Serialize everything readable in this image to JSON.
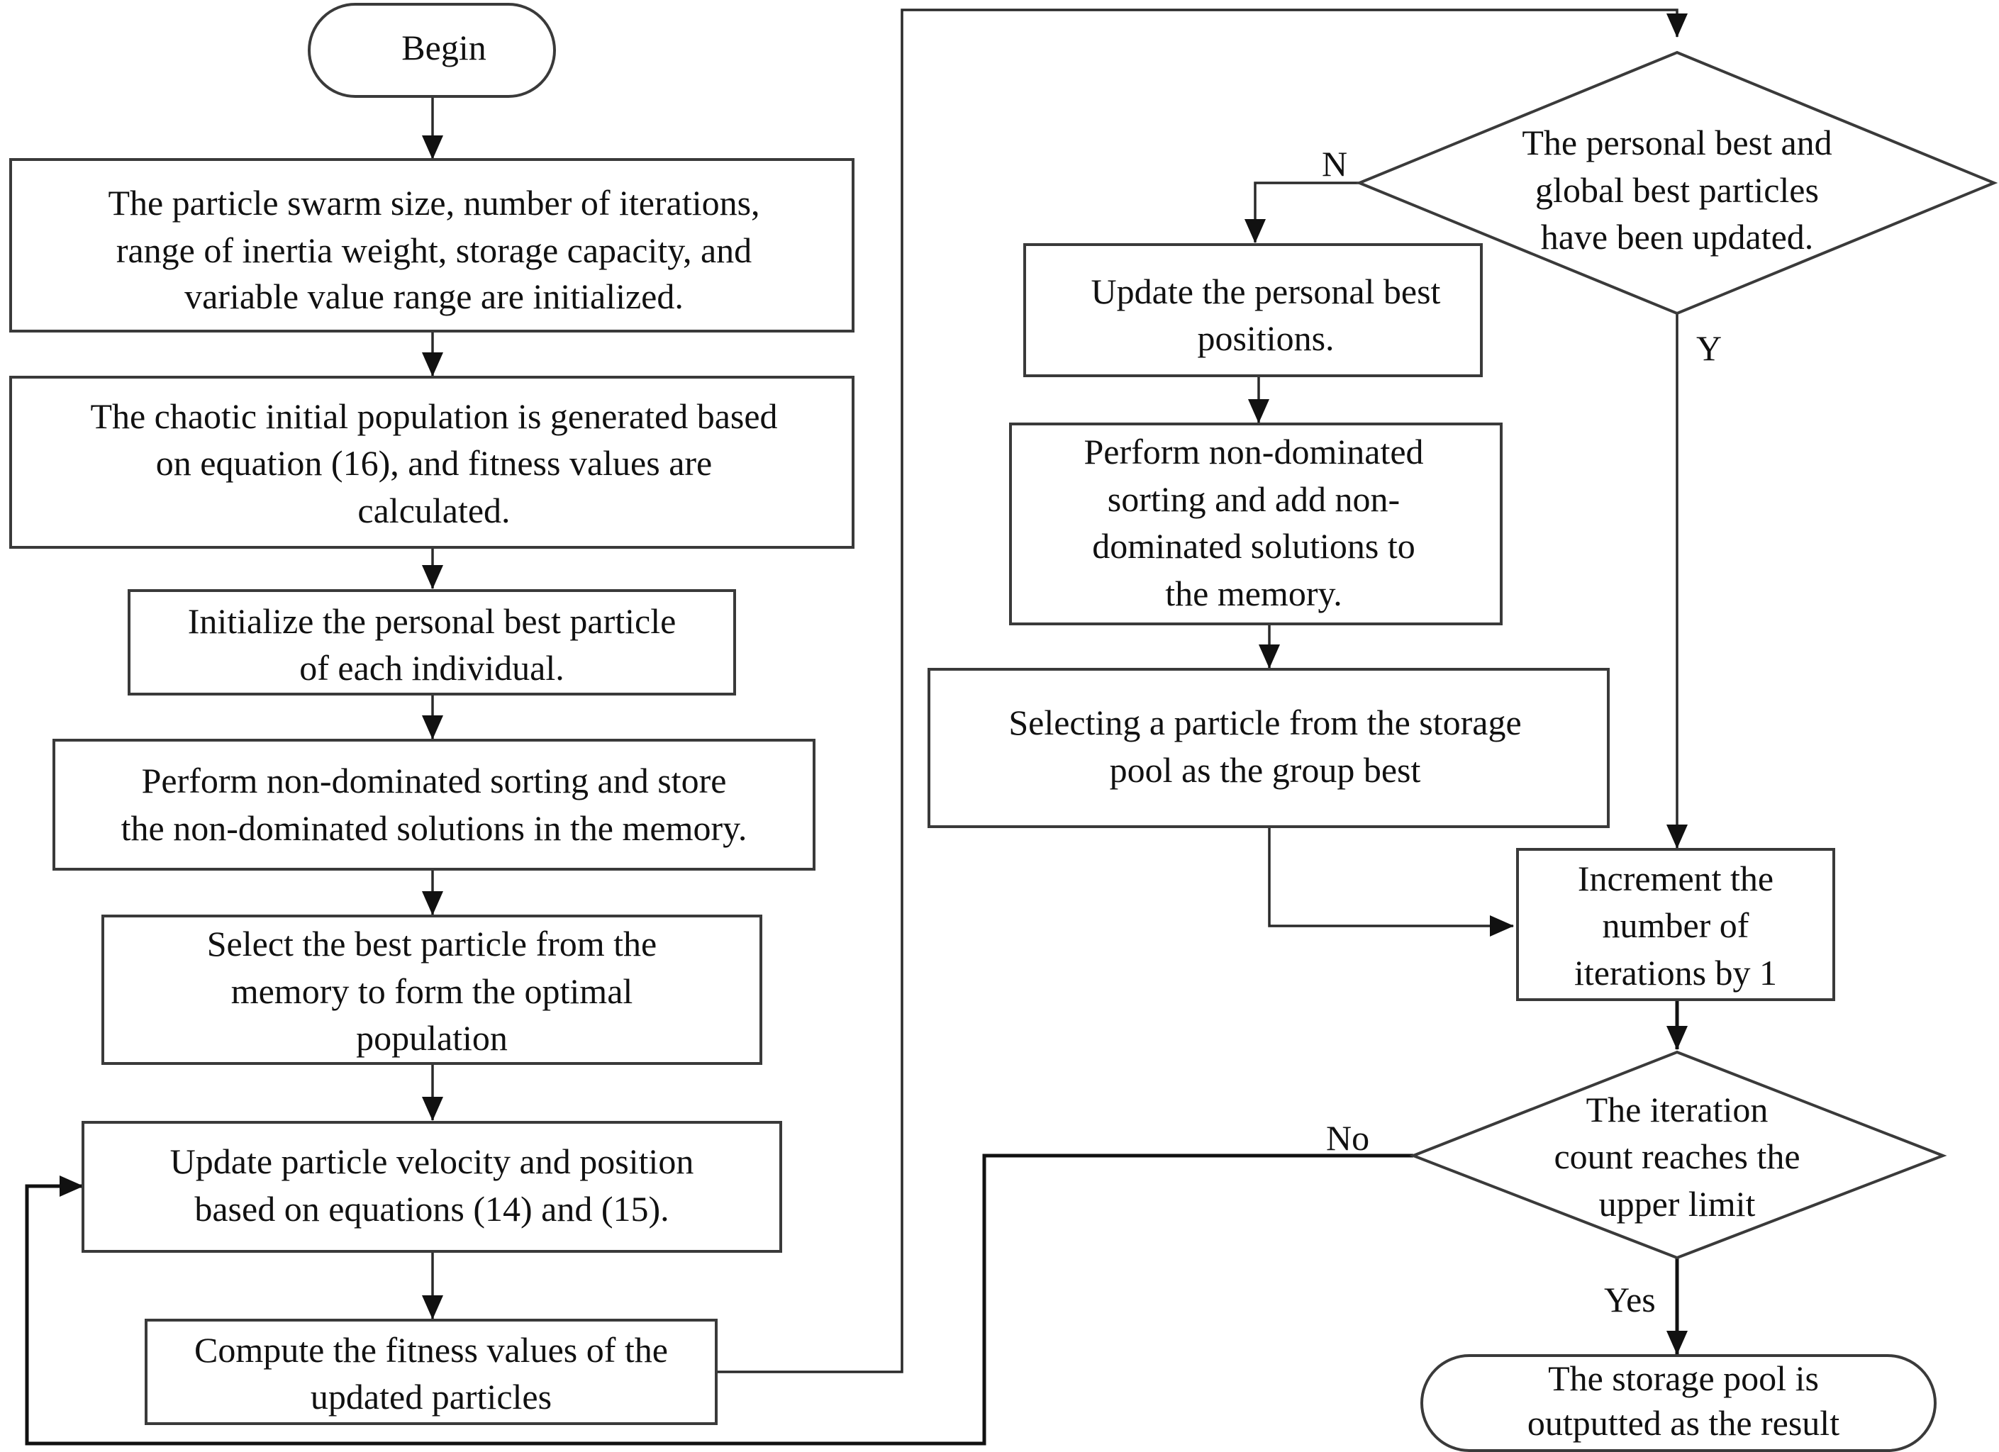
{
  "flowchart": {
    "begin": "Begin",
    "init_params": [
      "The particle swarm size, number of iterations,",
      "range of inertia weight, storage capacity, and",
      "variable value range are initialized."
    ],
    "chaotic_population": [
      "The chaotic initial population is generated based",
      "on equation (16), and fitness values are",
      "calculated."
    ],
    "init_personal_best": [
      "Initialize the personal best particle",
      "of each individual."
    ],
    "nondominated_store": [
      "Perform non-dominated sorting and store",
      "the non-dominated solutions in the memory."
    ],
    "select_best": [
      "Select the best particle from the",
      "memory to form the optimal",
      "population"
    ],
    "update_velocity": [
      "Update particle velocity and position",
      "based on equations (14) and (15)."
    ],
    "compute_fitness": [
      "Compute the fitness values of the",
      "updated particles"
    ],
    "decision_updated": [
      "The personal best and",
      "global best particles",
      "have been updated."
    ],
    "update_personal_best": [
      "Update the personal best",
      "positions."
    ],
    "nondominated_add": [
      "Perform non-dominated",
      "sorting and add non-",
      "dominated solutions to",
      "the memory."
    ],
    "select_group_best": [
      "Selecting a particle from the storage",
      "pool as the group best"
    ],
    "increment": [
      "Increment the",
      "number of",
      "iterations by 1"
    ],
    "decision_limit": [
      "The iteration",
      "count reaches the",
      "upper limit"
    ],
    "output": [
      "The storage pool is",
      "outputted as the result"
    ],
    "labels": {
      "n": "N",
      "y": "Y",
      "no": "No",
      "yes": "Yes"
    }
  }
}
